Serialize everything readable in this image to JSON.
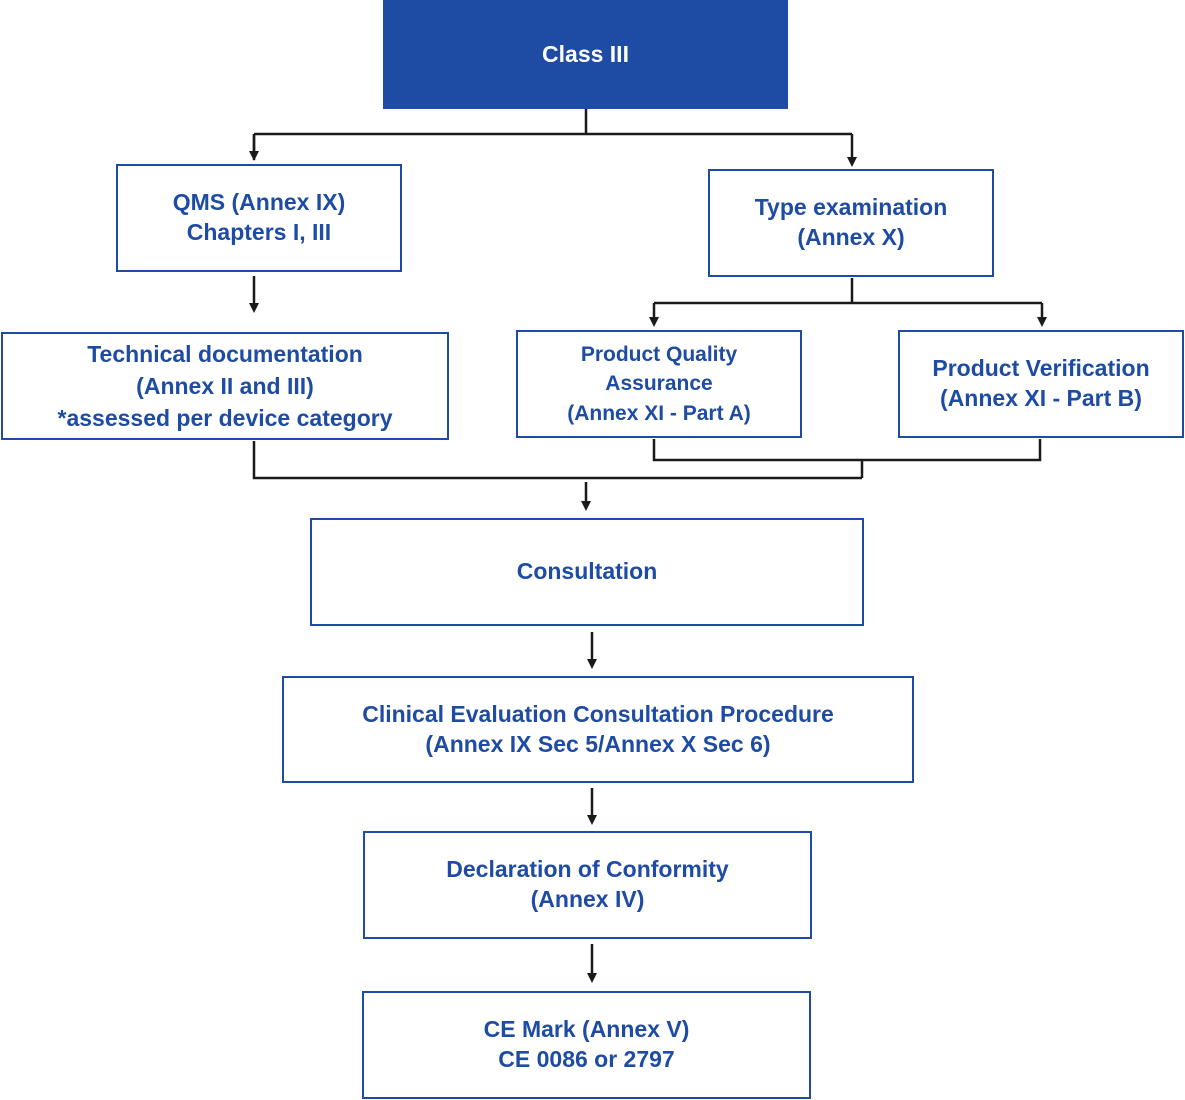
{
  "colors": {
    "accent": "#1e4ba3",
    "connector": "#1a1a1a",
    "background": "#ffffff"
  },
  "nodes": {
    "class_iii": {
      "lines": [
        "Class III"
      ]
    },
    "qms": {
      "lines": [
        "QMS (Annex IX)",
        "Chapters I, III"
      ]
    },
    "type_exam": {
      "lines": [
        "Type examination",
        "(Annex X)"
      ]
    },
    "tech_doc": {
      "lines": [
        "Technical documentation",
        "(Annex II and III)",
        "*assessed per device category"
      ]
    },
    "pqa": {
      "lines": [
        "Product Quality",
        "Assurance",
        "(Annex XI - Part A)"
      ]
    },
    "pv": {
      "lines": [
        "Product Verification",
        "(Annex XI - Part B)"
      ]
    },
    "consultation": {
      "lines": [
        "Consultation"
      ]
    },
    "cecp": {
      "lines": [
        "Clinical Evaluation Consultation Procedure",
        "(Annex IX Sec 5/Annex X Sec 6)"
      ]
    },
    "doc": {
      "lines": [
        "Declaration of Conformity",
        "(Annex IV)"
      ]
    },
    "ce_mark": {
      "lines": [
        "CE Mark (Annex V)",
        "CE 0086 or 2797"
      ]
    }
  }
}
